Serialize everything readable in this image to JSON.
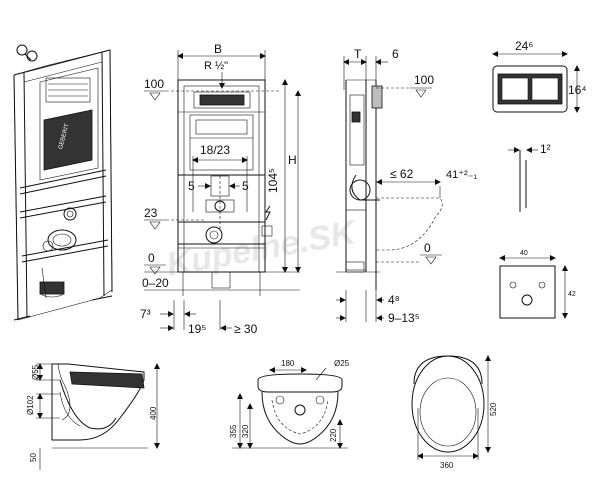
{
  "watermark": "Kupelne.SK",
  "isometric": {
    "brand_label": "GEBERIT"
  },
  "front_view": {
    "width_label": "B",
    "thread_label": "R ½\"",
    "level_top_label": "100",
    "spacing_label": "18/23",
    "offset_left_label": "5",
    "offset_right_label": "5",
    "level_mid_label": "23",
    "level_zero_label": "0",
    "floor_range_label": "0–20",
    "height_label": "H",
    "total_height_label": "104⁵",
    "bottom_left_label": "7³",
    "bottom_mid_label": "19⁵",
    "bottom_right_label": "≥ 30"
  },
  "side_view": {
    "depth_label": "T",
    "wall_label": "6",
    "level_top_label": "100",
    "reach_label": "≤ 62",
    "pan_height_label": "41⁺²₋₁",
    "level_zero_label": "0",
    "foot_label": "4⁸",
    "range_label": "9–13⁵"
  },
  "flush_plate": {
    "width_label": "24⁶",
    "height_label": "16⁴",
    "depth_label": "1²"
  },
  "template": {
    "top_label": "40",
    "side_label": "42"
  },
  "bowl_side": {
    "label_55": "Ø55",
    "label_102": "Ø102",
    "label_50": "50",
    "label_400": "400"
  },
  "bowl_front": {
    "label_180": "180",
    "label_25": "Ø25",
    "label_355": "355",
    "label_320": "320",
    "label_220": "220"
  },
  "bowl_top": {
    "label_520": "520",
    "label_360": "360"
  }
}
